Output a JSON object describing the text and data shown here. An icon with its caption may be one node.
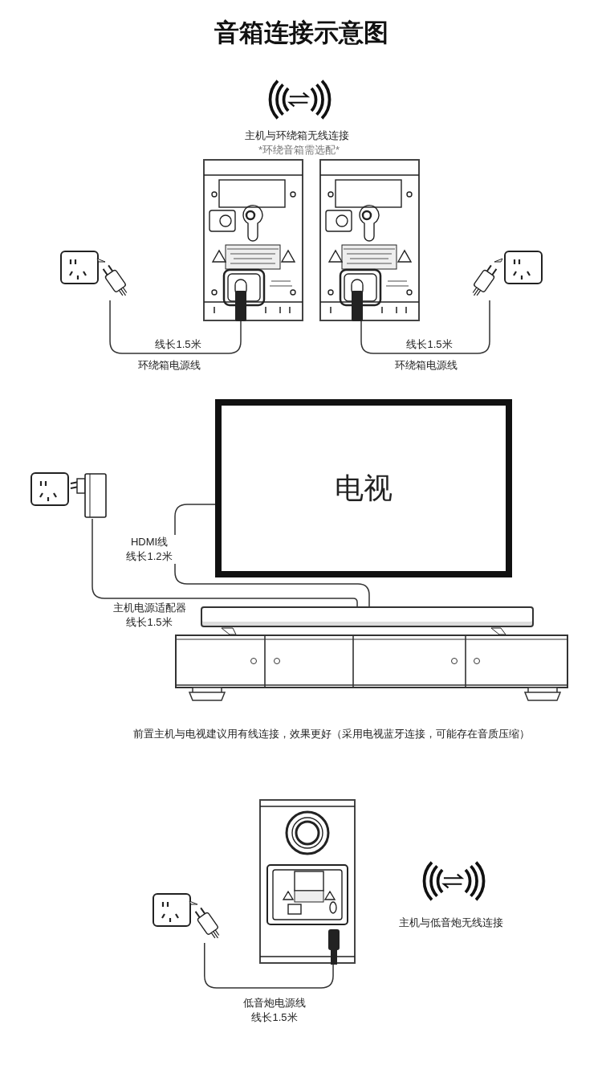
{
  "diagram": {
    "title": "音箱连接示意图",
    "nodes": [
      {
        "text": [],
        "shape": "picture"
      },
      {
        "text": [],
        "shape": "picture"
      },
      {
        "text": [],
        "shape": "picture"
      },
      {
        "text": [],
        "shape": "picture"
      },
      {
        "text": [
          "电视"
        ]
      },
      {
        "text": [],
        "shape": "picture"
      },
      {
        "text": [],
        "shape": "picture"
      },
      {
        "text": [],
        "shape": "bar"
      },
      {
        "text": [],
        "shape": "picture"
      },
      {
        "text": [],
        "shape": "picture"
      }
    ],
    "edges": [
      {
        "from": 0,
        "to": 1,
        "arrow": "none",
        "label": "线长1.5米"
      },
      {
        "from": 3,
        "to": 2,
        "arrow": "none",
        "label": "线长1.5米"
      },
      {
        "from": 4,
        "to": 7,
        "arrow": "none",
        "label": "HDMI线线长1.2米"
      },
      {
        "from": 6,
        "to": 7,
        "arrow": "none",
        "label": "主机电源适配器线长1.5米"
      },
      {
        "from": 9,
        "to": 8,
        "arrow": "none",
        "label": "低音炮电源线线长1.5米"
      }
    ],
    "labels": [
      "主机与环绕箱无线连接",
      "*环绕音箱需选配*",
      "环绕箱电源线",
      "环绕箱电源线",
      "前置主机与电视建议用有线连接，效果更好（采用电视蓝牙连接，可能存在音质压缩）",
      "主机与低音炮无线连接"
    ]
  }
}
